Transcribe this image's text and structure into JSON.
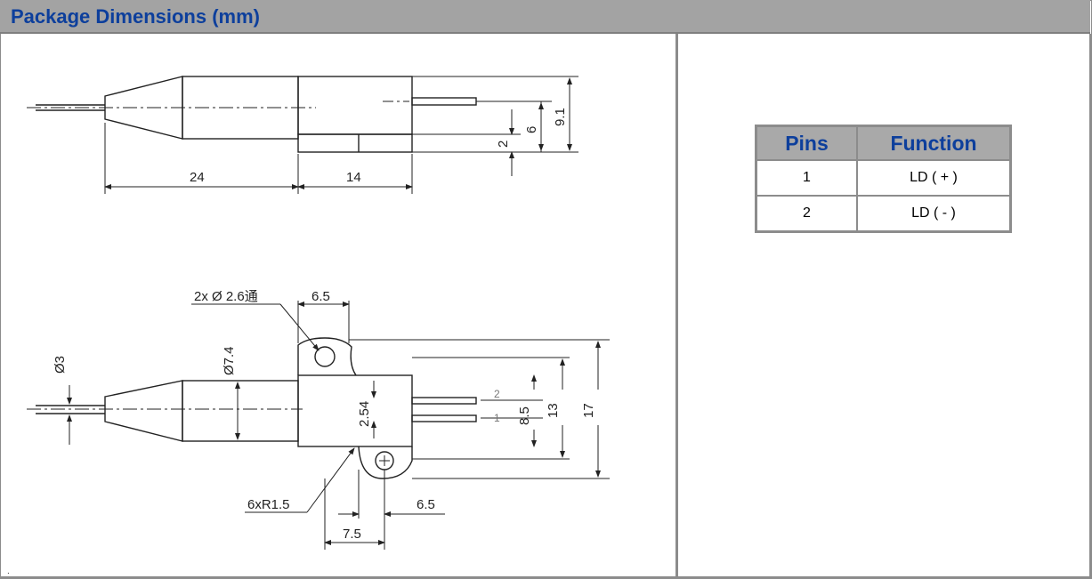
{
  "header": {
    "title": "Package Dimensions (mm)"
  },
  "drawing": {
    "top_view": {
      "dim_24": "24",
      "dim_14": "14",
      "dim_2": "2",
      "dim_6": "6",
      "dim_9_1": "9.1"
    },
    "bottom_view": {
      "hole_note": "2x Ø 2.6通",
      "dim_6_5_top": "6.5",
      "dim_dia_3": "Ø3",
      "dim_dia_7_4": "Ø7.4",
      "dim_2_54": "2.54",
      "pin_2": "2",
      "pin_1": "1",
      "dim_8_5": "8.5",
      "dim_13": "13",
      "dim_17": "17",
      "radius_note": "6xR1.5",
      "dim_6_5_bottom": "6.5",
      "dim_7_5": "7.5"
    }
  },
  "pins_table": {
    "headers": {
      "pins": "Pins",
      "function": "Function"
    },
    "rows": [
      {
        "pin": "1",
        "function": "LD ( + )"
      },
      {
        "pin": "2",
        "function": "LD ( - )"
      }
    ]
  },
  "footer": {
    "mark": "."
  }
}
